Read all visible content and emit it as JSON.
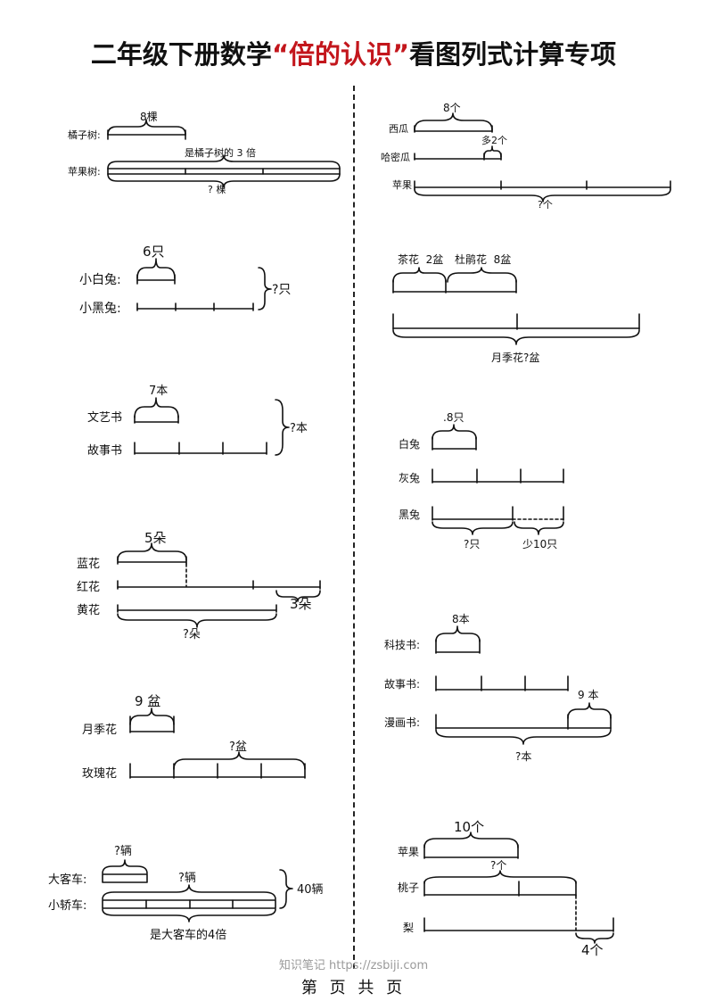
{
  "title": {
    "part1": "二年级下册数学",
    "part2": "“倍的认识”",
    "part3": "看图列式计算专项"
  },
  "watermark": "知识笔记 https://zsbiji.com",
  "footer": "第 页 共 页",
  "problems": {
    "p1": {
      "row1": "橘子树:",
      "row2": "苹果树:",
      "top": "8棵",
      "mid": "是橘子树的 3 倍",
      "bottom": "? 棵"
    },
    "p2": {
      "row1": "小白兔:",
      "row2": "小黑兔:",
      "top": "6只",
      "side": "?只"
    },
    "p3": {
      "row1": "文艺书",
      "row2": "故事书",
      "top": "7本",
      "side": "?本"
    },
    "p4": {
      "row1": "蓝花",
      "row2": "红花",
      "row3": "黄花",
      "top": "5朵",
      "right": "3朵",
      "bottom": "?朵"
    },
    "p5": {
      "row1": "月季花",
      "row2": "玫瑰花",
      "top": "9 盆",
      "mid": "?盆"
    },
    "p6": {
      "row1": "大客车:",
      "row2": "小轿车:",
      "top": "?辆",
      "mid": "?辆",
      "side": "40辆",
      "bottom": "是大客车的4倍"
    },
    "p7": {
      "row1": "西瓜",
      "row2": "哈密瓜",
      "row3": "苹果",
      "top": "8个",
      "mid": "多2个",
      "bottom": "?个"
    },
    "p8": {
      "top1": "茶花  2盆",
      "top2": "杜鹃花  8盆",
      "bottom": "月季花?盆"
    },
    "p9": {
      "row1": "白兔",
      "row2": "灰兔",
      "row3": "黑兔",
      "top": ".8只",
      "left": "?只",
      "right": "少10只"
    },
    "p10": {
      "row1": "科技书:",
      "row2": "故事书:",
      "row3": "漫画书:",
      "top": "8本",
      "right": "9 本",
      "bottom": "?本"
    },
    "p11": {
      "row1": "苹果",
      "row2": "桃子",
      "row3": "梨",
      "top": "10个",
      "mid": "?个",
      "bottom": "4个"
    }
  }
}
